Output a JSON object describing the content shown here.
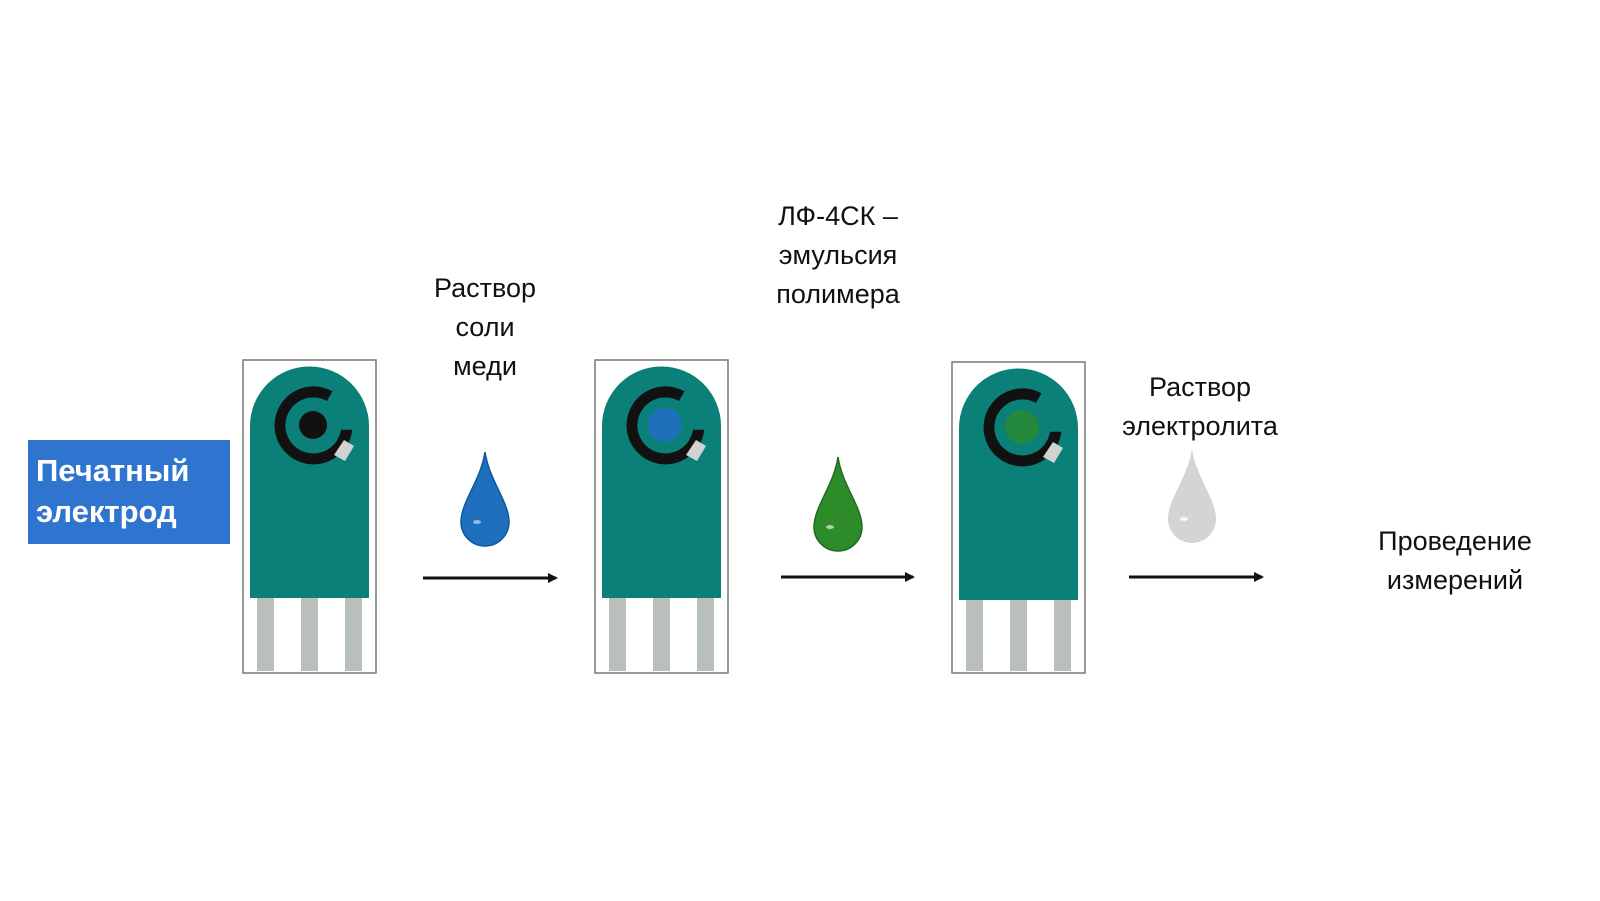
{
  "start_label": {
    "line1": "Печатный",
    "line2": "электрод",
    "bg_color": "#2f75cf"
  },
  "steps": [
    {
      "lines": [
        "Раствор",
        "соли",
        "меди"
      ],
      "drop_color": "#1f6fbf"
    },
    {
      "lines": [
        "ЛФ-4СК –",
        "эмульсия",
        "полимера"
      ],
      "drop_color": "#2e8b2a"
    },
    {
      "lines": [
        "Раствор",
        "электролита"
      ],
      "drop_color": "#d4d4d4"
    }
  ],
  "result": {
    "lines": [
      "Проведение",
      "измерений"
    ]
  },
  "electrode": {
    "body_color": "#0a8078",
    "ring_color": "#111111",
    "stripe_color": "#b9bfbb",
    "center_colors": [
      "#111111",
      "#1f6fbf",
      "#2e8b2a"
    ]
  }
}
